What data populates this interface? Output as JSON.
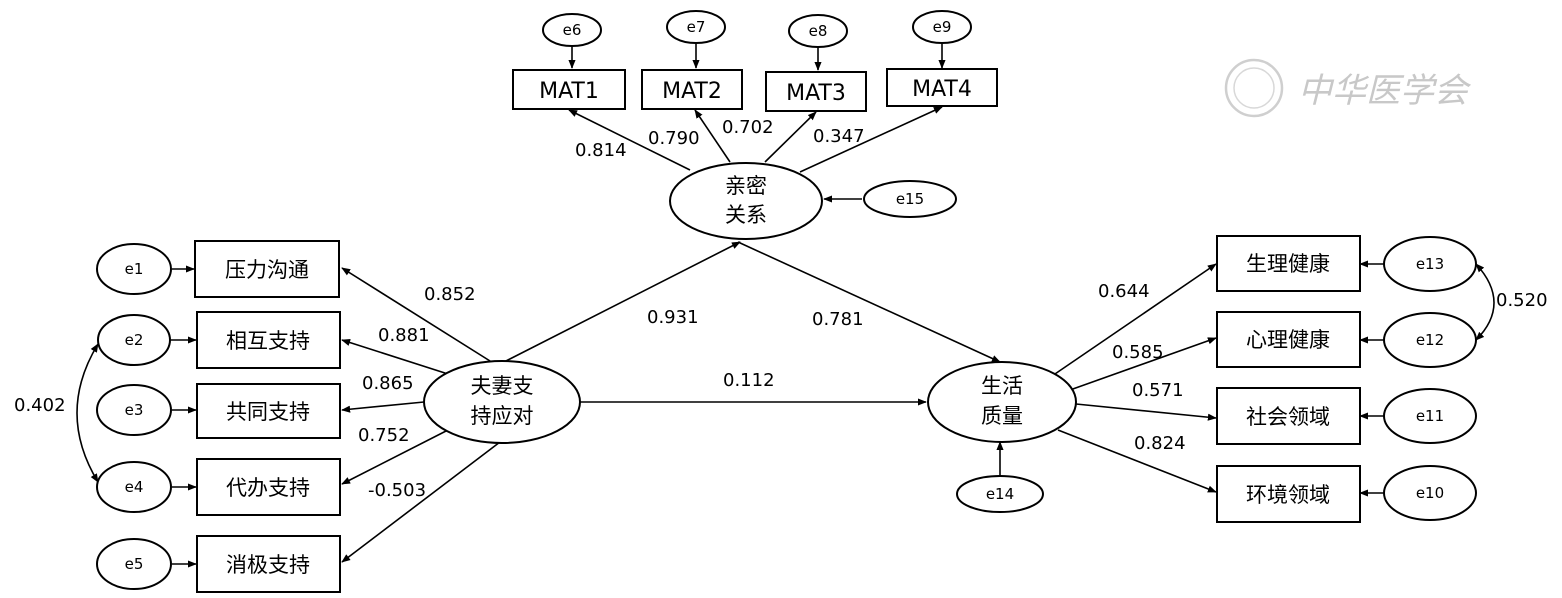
{
  "latent": {
    "intimacy": [
      "亲密",
      "关系"
    ],
    "coping": [
      "夫妻支",
      "持应对"
    ],
    "qol": [
      "生活",
      "质量"
    ]
  },
  "mat_items": [
    "MAT1",
    "MAT2",
    "MAT3",
    "MAT4"
  ],
  "coping_items": [
    "压力沟通",
    "相互支持",
    "共同支持",
    "代办支持",
    "消极支持"
  ],
  "qol_items": [
    "生理健康",
    "心理健康",
    "社会领域",
    "环境领域"
  ],
  "errors": {
    "e1": "e1",
    "e2": "e2",
    "e3": "e3",
    "e4": "e4",
    "e5": "e5",
    "e6": "e6",
    "e7": "e7",
    "e8": "e8",
    "e9": "e9",
    "e10": "e10",
    "e11": "e11",
    "e12": "e12",
    "e13": "e13",
    "e14": "e14",
    "e15": "e15"
  },
  "coefficients": {
    "mat1": "0.814",
    "mat2": "0.790",
    "mat3": "0.702",
    "mat4": "0.347",
    "coping_intimacy": "0.931",
    "intimacy_qol": "0.781",
    "coping_qol": "0.112",
    "stress_comm": "0.852",
    "mutual": "0.881",
    "joint": "0.865",
    "delegated": "0.752",
    "negative": "-0.503",
    "physical": "0.644",
    "psych": "0.585",
    "social": "0.571",
    "environment": "0.824",
    "cov_e2_e4": "0.402",
    "cov_e12_e13": "0.520"
  },
  "watermark": "中华医学会"
}
